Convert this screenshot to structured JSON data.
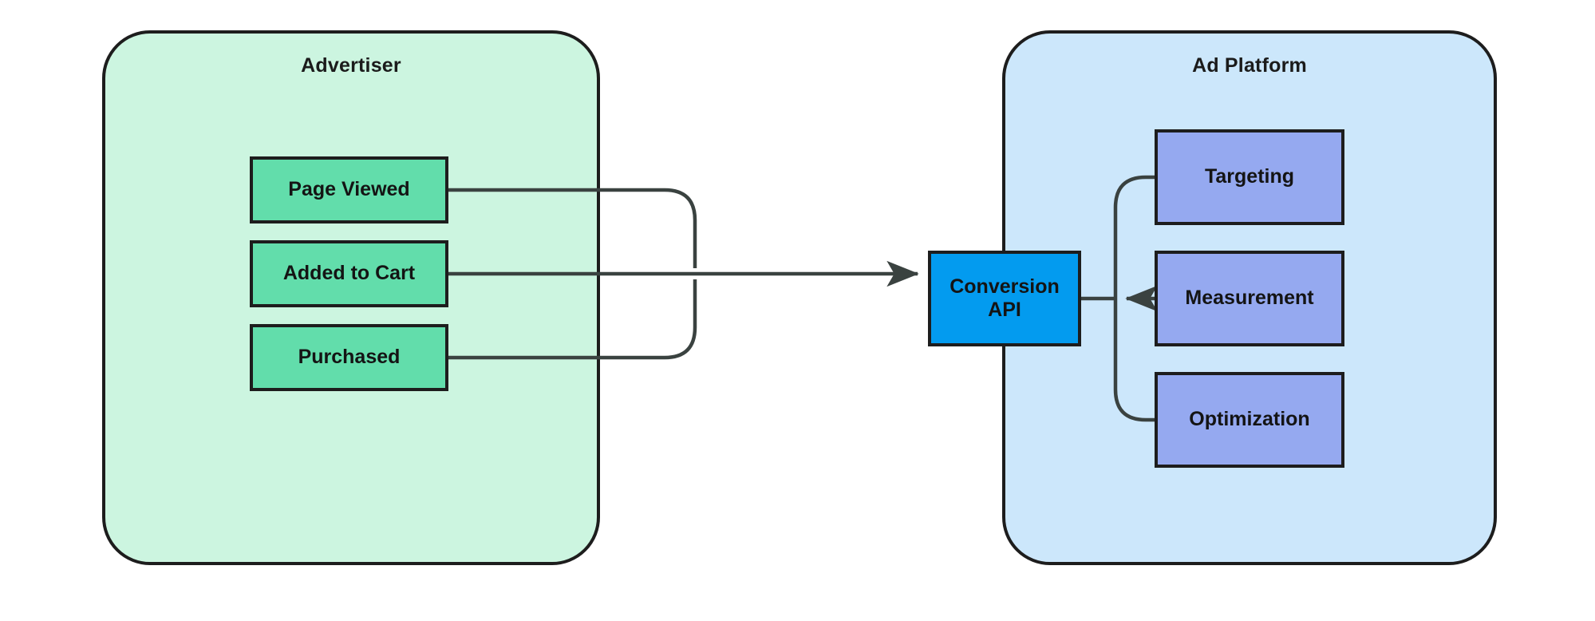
{
  "diagram": {
    "title_advertiser": "Advertiser",
    "title_ad_platform": "Ad Platform",
    "colors": {
      "advertiser_fill": "#ccf5e0",
      "ad_platform_fill": "#cce7fb",
      "event_node_fill": "#62ddab",
      "api_node_fill": "#039bef",
      "capability_node_fill": "#95a9f0",
      "stroke": "#1d1d1d",
      "edge": "#333333"
    },
    "advertiser": {
      "label": "Advertiser",
      "events": [
        {
          "label": "Page Viewed"
        },
        {
          "label": "Added to Cart"
        },
        {
          "label": "Purchased"
        }
      ]
    },
    "bridge": {
      "api_label": "Conversion\nAPI",
      "api_label_line1": "Conversion",
      "api_label_line2": "API"
    },
    "ad_platform": {
      "label": "Ad Platform",
      "capabilities": [
        {
          "label": "Targeting"
        },
        {
          "label": "Measurement"
        },
        {
          "label": "Optimization"
        }
      ]
    },
    "edges": [
      {
        "from": "Page Viewed",
        "to": "Conversion API",
        "arrow": true
      },
      {
        "from": "Added to Cart",
        "to": "Conversion API",
        "arrow": true
      },
      {
        "from": "Purchased",
        "to": "Conversion API",
        "arrow": true
      },
      {
        "from": "Conversion API",
        "to": "Targeting",
        "arrow": true
      },
      {
        "from": "Conversion API",
        "to": "Measurement",
        "arrow": true
      },
      {
        "from": "Conversion API",
        "to": "Optimization",
        "arrow": true
      }
    ]
  }
}
